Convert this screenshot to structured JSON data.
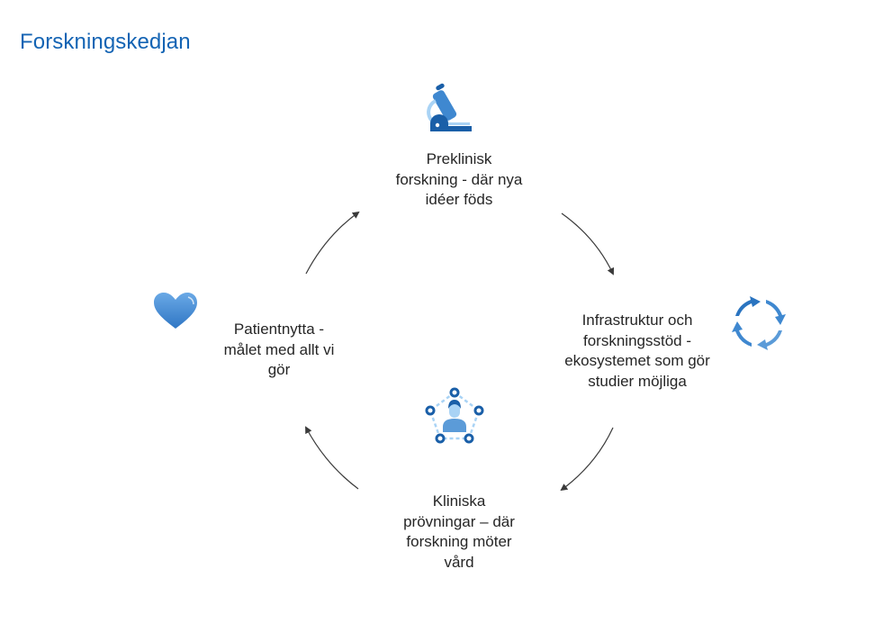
{
  "title": "Forskningskedjan",
  "colors": {
    "title": "#1464b4",
    "icon_dark": "#1a5fa8",
    "icon_mid": "#3f88d0",
    "icon_light": "#a9d3f5",
    "text": "#262626",
    "arrow": "#3a3a3a"
  },
  "cycle": [
    {
      "id": "preclinical",
      "icon": "microscope-icon",
      "lines": [
        "Preklinisk",
        "forskning - där nya",
        "idéer föds"
      ]
    },
    {
      "id": "infrastructure",
      "icon": "cycle-arrows-icon",
      "lines": [
        "Infrastruktur och",
        "forskningsstöd -",
        "ekosystemet som gör",
        "studier möjliga"
      ]
    },
    {
      "id": "clinical-trials",
      "icon": "patient-network-icon",
      "lines": [
        "Kliniska",
        "prövningar – där",
        "forskning möter",
        "vård"
      ]
    },
    {
      "id": "patient-benefit",
      "icon": "heart-icon",
      "lines": [
        "Patientnytta -",
        "målet med allt vi",
        "gör"
      ]
    }
  ]
}
